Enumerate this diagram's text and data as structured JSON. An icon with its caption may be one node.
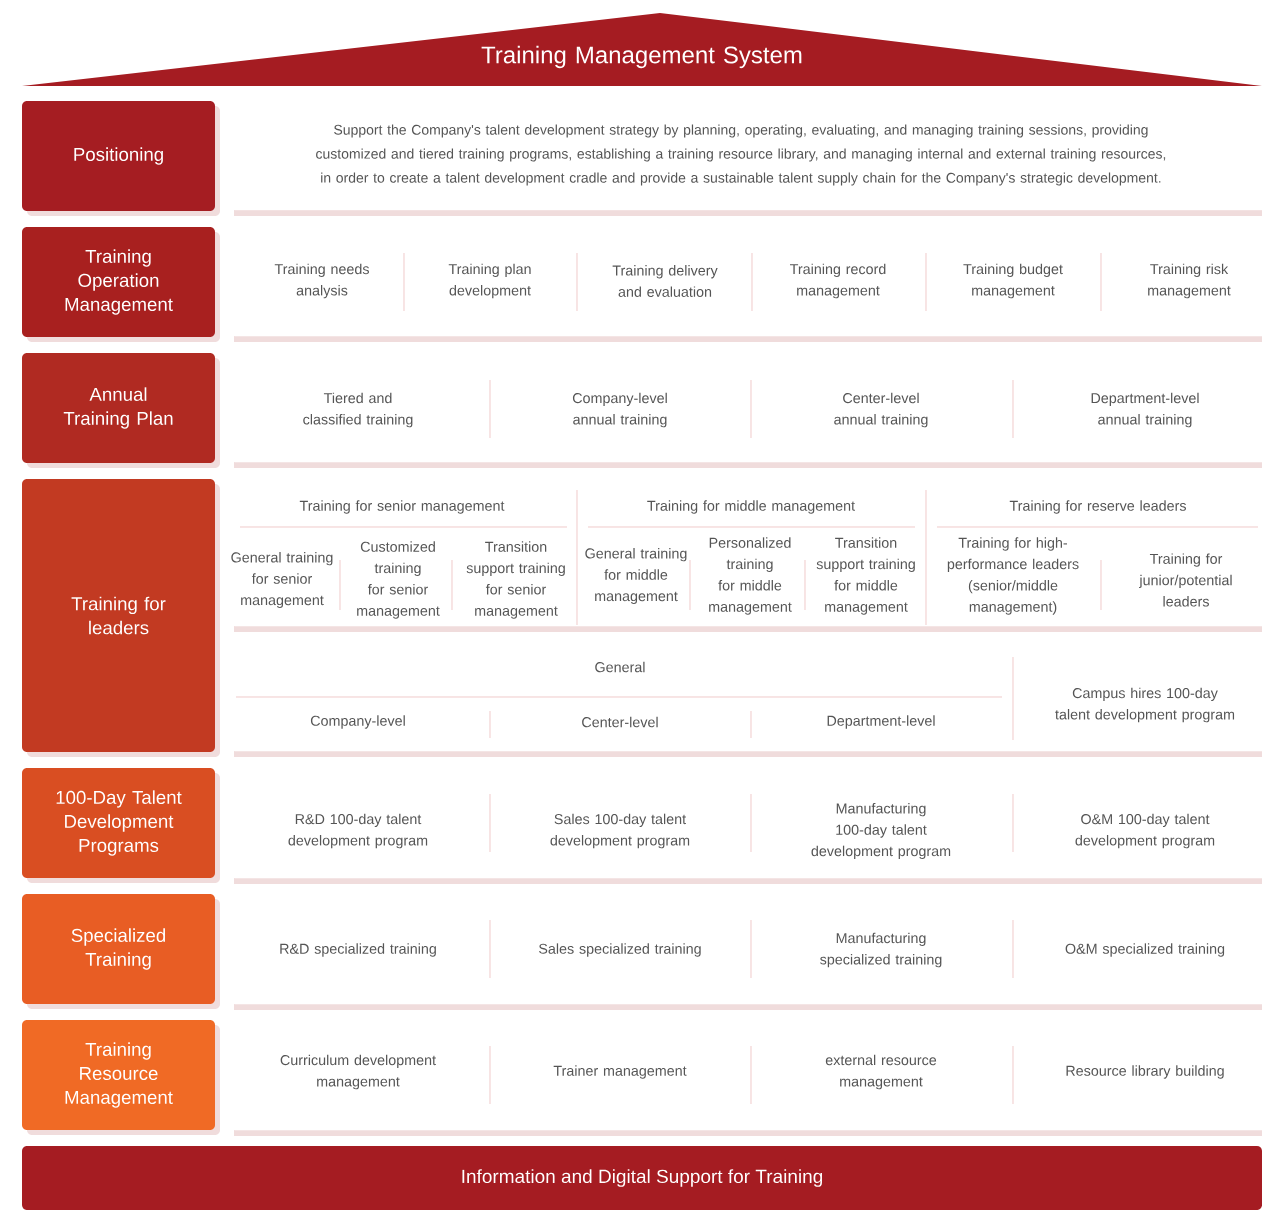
{
  "diagram": {
    "nodes": [
      {
        "text": [
          "Training Management System"
        ]
      },
      {
        "text": [
          "Positioning"
        ]
      },
      {
        "text": [],
        "shape": "box"
      },
      {
        "text": [
          "Support the Company's talent development strategy by planning, operating, evaluating, and managing training sessions, providing customized and tiered training programs, establishing a training resource library, and managing internal and external training resources, in order to create a talent development cradle and provide a sustainable talent supply chain for the Company's strategic development."
        ],
        "in": 2
      },
      {
        "text": [
          "Training Operation Management"
        ]
      },
      {
        "text": [],
        "shape": "box"
      },
      {
        "text": [
          "Training needs analysis"
        ],
        "in": 5
      },
      {
        "text": [
          "Training plan development"
        ],
        "in": 5
      },
      {
        "text": [
          "Training delivery and evaluation"
        ],
        "in": 5
      },
      {
        "text": [
          "Training record management"
        ],
        "in": 5
      },
      {
        "text": [
          "Training budget management"
        ],
        "in": 5
      },
      {
        "text": [
          "Training risk management"
        ],
        "in": 5
      },
      {
        "text": [
          "Annual Training Plan"
        ]
      },
      {
        "text": [],
        "shape": "box"
      },
      {
        "text": [
          "Tiered and classified training"
        ],
        "in": 13
      },
      {
        "text": [
          "Company-level annual training"
        ],
        "in": 13
      },
      {
        "text": [
          "Center-level annual training"
        ],
        "in": 13
      },
      {
        "text": [
          "Department-level annual training"
        ],
        "in": 13
      },
      {
        "text": [
          "Training for leaders"
        ]
      },
      {
        "text": [],
        "shape": "box"
      },
      {
        "text": [
          "Training for senior management"
        ],
        "in": 19
      },
      {
        "text": [
          "General training for senior management"
        ],
        "in": 19
      },
      {
        "text": [
          "Customized training for senior management"
        ],
        "in": 19
      },
      {
        "text": [
          "Transition support training for senior management"
        ],
        "in": 19
      },
      {
        "text": [
          "Training for middle management"
        ],
        "in": 19
      },
      {
        "text": [
          "General training for middle management"
        ],
        "in": 19
      },
      {
        "text": [
          "Personalized training for middle management"
        ],
        "in": 19
      },
      {
        "text": [
          "Transition support training for middle management"
        ],
        "in": 19
      },
      {
        "text": [
          "Training for reserve leaders"
        ],
        "in": 19
      },
      {
        "text": [
          "Training for high-performance leaders (senior/middle management)"
        ],
        "in": 19
      },
      {
        "text": [
          "Training for junior/potential leaders"
        ],
        "in": 19
      },
      {
        "text": [],
        "shape": "box"
      },
      {
        "text": [
          "General"
        ],
        "in": 31
      },
      {
        "text": [
          "Company-level"
        ],
        "in": 31
      },
      {
        "text": [
          "Center-level"
        ],
        "in": 31
      },
      {
        "text": [
          "Department-level"
        ],
        "in": 31
      },
      {
        "text": [
          "Campus hires 100-day talent development program"
        ],
        "in": 31
      },
      {
        "text": [
          "100-Day Talent Development Programs"
        ]
      },
      {
        "text": [],
        "shape": "box"
      },
      {
        "text": [
          "R&D 100-day talent development program"
        ],
        "in": 38
      },
      {
        "text": [
          "Sales 100-day talent development program"
        ],
        "in": 38
      },
      {
        "text": [
          "Manufacturing 100-day talent development program"
        ],
        "in": 38
      },
      {
        "text": [
          "O&M 100-day talent development program"
        ],
        "in": 38
      },
      {
        "text": [
          "Specialized Training"
        ]
      },
      {
        "text": [],
        "shape": "box"
      },
      {
        "text": [
          "R&D specialized training"
        ],
        "in": 44
      },
      {
        "text": [
          "Sales specialized training"
        ],
        "in": 44
      },
      {
        "text": [
          "Manufacturing specialized training"
        ],
        "in": 44
      },
      {
        "text": [
          "O&M specialized training"
        ],
        "in": 44
      },
      {
        "text": [
          "Training Resource Management"
        ]
      },
      {
        "text": [],
        "shape": "box"
      },
      {
        "text": [
          "Curriculum development management"
        ],
        "in": 50
      },
      {
        "text": [
          "Trainer management"
        ],
        "in": 50
      },
      {
        "text": [
          "external resource management"
        ],
        "in": 50
      },
      {
        "text": [
          "Resource library building"
        ],
        "in": 50
      },
      {
        "text": [
          "Information and Digital Support for Training"
        ]
      }
    ]
  }
}
